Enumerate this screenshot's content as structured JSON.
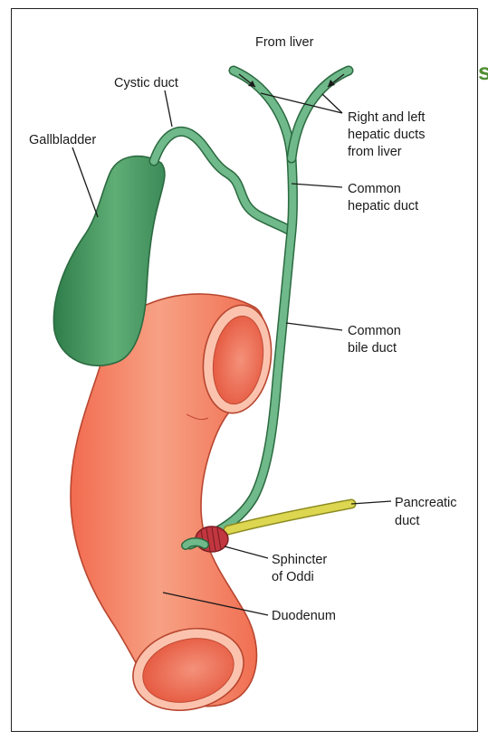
{
  "labels": {
    "from_liver": "From liver",
    "cystic_duct": "Cystic duct",
    "gallbladder": "Gallbladder",
    "hepatic_ducts_1": "Right and left",
    "hepatic_ducts_2": "hepatic ducts",
    "hepatic_ducts_3": "from liver",
    "common_hepatic_1": "Common",
    "common_hepatic_2": "hepatic duct",
    "common_bile_1": "Common",
    "common_bile_2": "bile duct",
    "pancreatic_1": "Pancreatic",
    "pancreatic_2": "duct",
    "sphincter_1": "Sphincter",
    "sphincter_2": "of Oddi",
    "duodenum": "Duodenum"
  },
  "edge_fragment": "s",
  "colors": {
    "bile_green": "#5fa878",
    "gallbladder_green": "#4f9c6a",
    "duodenum_orange": "#f47d5e",
    "pancreatic_yellow": "#d7d24a",
    "sphincter_red": "#b8333a"
  }
}
